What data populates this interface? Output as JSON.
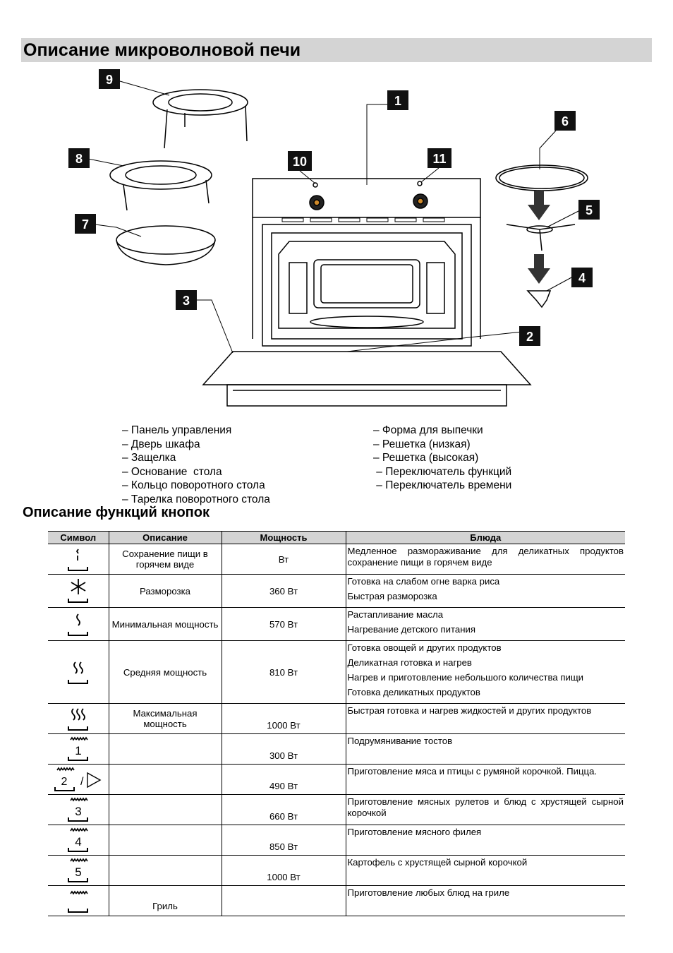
{
  "page_title": "Описание микроволновой печи",
  "diagram": {
    "labels": [
      "1",
      "2",
      "3",
      "4",
      "5",
      "6",
      "7",
      "8",
      "9",
      "10",
      "11"
    ]
  },
  "legend": {
    "left": [
      "– Панель управления",
      "– Дверь шкафа",
      "– Защелка",
      "– Основание  стола",
      "– Кольцо поворотного стола",
      "– Тарелка поворотного стола"
    ],
    "right": [
      "– Форма для выпечки",
      "– Решетка (низкая)",
      "– Решетка (высокая)",
      " – Переключатель функций",
      " – Переключатель времени"
    ]
  },
  "section_title": "Описание функций кнопок",
  "table": {
    "headers": [
      "Символ",
      "Описание",
      "Мощность",
      "Блюда"
    ],
    "rows": [
      {
        "icon": "keep-warm-icon",
        "symbol": "",
        "description": "Сохранение пищи в горячем виде",
        "power": "Вт",
        "dishes": [
          "Медленное размораживание для деликатных продуктов сохранение пищи в горячем виде"
        ]
      },
      {
        "icon": "defrost-snowflake-icon",
        "symbol": "",
        "description": "Разморозка",
        "power": "360 Вт",
        "dishes": [
          "Готовка на слабом огне  варка риса",
          "Быстрая разморозка"
        ]
      },
      {
        "icon": "low-power-wave-icon",
        "symbol": "",
        "description": "Минимальная мощность",
        "power": "570 Вт",
        "dishes": [
          "Растапливание масла",
          "Нагревание детского питания"
        ]
      },
      {
        "icon": "medium-power-waves-icon",
        "symbol": "",
        "description": "Средняя мощность",
        "power": "810 Вт",
        "dishes": [
          "Готовка овощей и других продуктов",
          "Деликатная готовка и нагрев",
          "Нагрев и приготовление небольшого количества пищи",
          "Готовка деликатных продуктов"
        ]
      },
      {
        "icon": "max-power-waves-icon",
        "symbol": "",
        "description": "Максимальная мощность",
        "power": "1000 Вт",
        "dishes": [
          "Быстрая готовка и нагрев жидкостей и других продуктов"
        ]
      },
      {
        "icon": "combi-1-icon",
        "symbol": "1",
        "description": "",
        "power": "300 Вт",
        "dishes": [
          "Подрумянивание тостов"
        ]
      },
      {
        "icon": "combi-2-icon",
        "symbol": "2",
        "description": "",
        "power": "490 Вт",
        "dishes": [
          "Приготовление мяса и птицы с румяной корочкой. Пицца."
        ]
      },
      {
        "icon": "combi-3-icon",
        "symbol": "3",
        "description": "",
        "power": "660 Вт",
        "dishes": [
          "Приготовление мясных рулетов и блюд с хрустящей сырной корочкой"
        ]
      },
      {
        "icon": "combi-4-icon",
        "symbol": "4",
        "description": "",
        "power": "850 Вт",
        "dishes": [
          "Приготовление мясного филея"
        ]
      },
      {
        "icon": "combi-5-icon",
        "symbol": "5",
        "description": "",
        "power": "1000 Вт",
        "dishes": [
          "Картофель с хрустящей сырной корочкой"
        ]
      },
      {
        "icon": "grill-icon",
        "symbol": "",
        "description": "Гриль",
        "power": "",
        "dishes": [
          "Приготовление любых блюд на гриле"
        ]
      }
    ]
  }
}
